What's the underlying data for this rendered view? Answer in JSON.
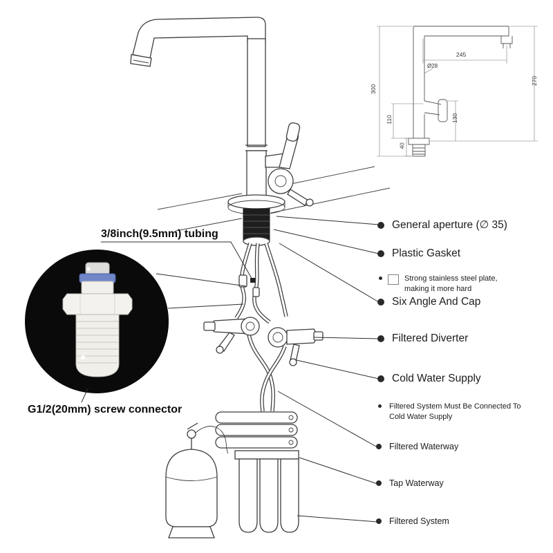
{
  "left_labels": {
    "tubing": "3/8inch(9.5mm) tubing",
    "screw_connector": "G1/2(20mm) screw connector"
  },
  "callouts": [
    {
      "label": "General aperture (∅ 35)"
    },
    {
      "label": "Plastic Gasket"
    },
    {
      "label": "Strong stainless steel plate, making it more hard"
    },
    {
      "label": "Six Angle And Cap"
    },
    {
      "label": "Filtered Diverter"
    },
    {
      "label": "Cold Water Supply"
    },
    {
      "label": "Filtered System Must Be Connected To Cold Water Supply"
    },
    {
      "label": "Filtered Waterway"
    },
    {
      "label": "Tap Waterway"
    },
    {
      "label": "Filtered System"
    }
  ],
  "dimension_drawing": {
    "spout_reach": "245",
    "spout_diameter": "Ø28",
    "overall_height": "300",
    "spout_height": "270",
    "handle_clearance": "110",
    "handle_height": "130",
    "base_thread": "40"
  },
  "colors": {
    "line": "#3c3c3c",
    "inset_background": "#0a0a0a",
    "connector_ring_blue": "#6f87c9"
  }
}
